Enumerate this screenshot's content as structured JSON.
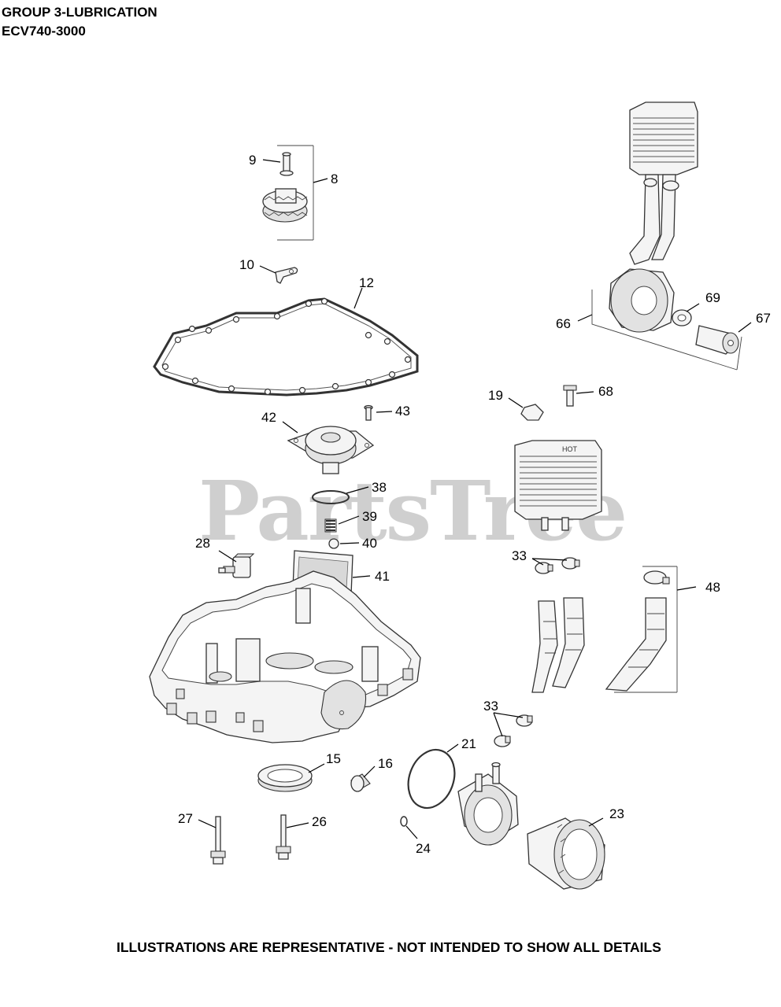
{
  "header": {
    "title": "GROUP 3-LUBRICATION",
    "model": "ECV740-3000"
  },
  "watermark": "PartsTree",
  "footer": "ILLUSTRATIONS ARE REPRESENTATIVE - NOT INTENDED TO SHOW ALL DETAILS",
  "callouts": {
    "c8": "8",
    "c9": "9",
    "c10": "10",
    "c12": "12",
    "c15": "15",
    "c16": "16",
    "c19": "19",
    "c21": "21",
    "c23": "23",
    "c24": "24",
    "c26": "26",
    "c27": "27",
    "c28": "28",
    "c33a": "33",
    "c33b": "33",
    "c38": "38",
    "c39": "39",
    "c40": "40",
    "c41": "41",
    "c42": "42",
    "c43": "43",
    "c48": "48",
    "c66": "66",
    "c67": "67",
    "c68": "68",
    "c69": "69"
  },
  "cooler_marking": "HOT"
}
